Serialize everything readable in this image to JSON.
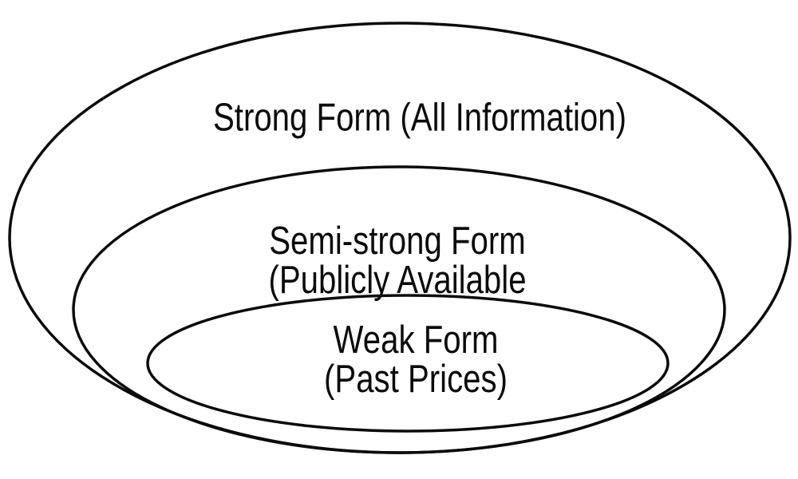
{
  "diagram": {
    "type": "nested-ellipses",
    "background_color": "#ffffff",
    "stroke_color": "#0b0b0b",
    "rings": [
      {
        "id": "strong-form",
        "label": "Strong Form (All Information)"
      },
      {
        "id": "semi-strong-form",
        "label_line1": "Semi-strong Form",
        "label_line2": "(Publicly Available"
      },
      {
        "id": "weak-form",
        "label_line1": "Weak Form",
        "label_line2": "(Past Prices)"
      }
    ]
  }
}
